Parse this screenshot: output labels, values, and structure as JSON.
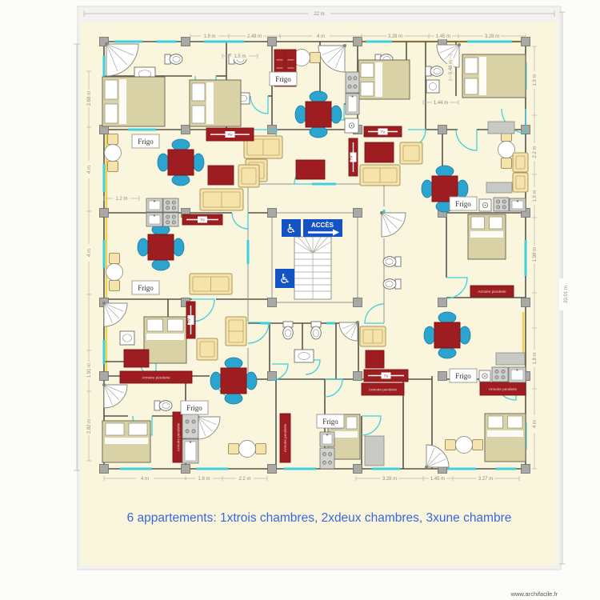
{
  "page": {
    "caption": "6 appartements: 1xtrois chambres, 2xdeux chambres, 3xune chambre",
    "watermark": "www.archifacile.fr"
  },
  "labels": {
    "frigo": "Frigo",
    "tv": "TV",
    "acces": "ACCÈS",
    "armoire": "Armoire penderie",
    "wheelchair": "♿"
  },
  "dimensions": {
    "overall_width": "22 m",
    "overall_height": "20.01 m",
    "top": [
      "1.9 m",
      "2.49 m",
      "4 m",
      "3.28 m",
      "1.45 m",
      "3.28 m"
    ],
    "bottom": [
      "4 m",
      "1.8 m",
      "2.2 m",
      "3.28 m",
      "1.45 m",
      "3.27 m"
    ],
    "left": [
      "2.68 m",
      "4 m",
      "4 m",
      "1.91 m",
      "2.82 m"
    ],
    "right": [
      "1.9 m",
      "2.2 m",
      "1.9 m",
      "1.98 m",
      "1.8 m",
      "4 m"
    ],
    "inner": [
      "1.5 m",
      "1.44 m",
      "0.48 m",
      "1.2 m"
    ]
  },
  "colors": {
    "paper": "#faf6dd",
    "sheet": "#f3f2ee",
    "wall": "#55544b",
    "window_cyan": "#3ed0dc",
    "accent_yellow": "#f0d24c",
    "furniture_red": "#9e1d20",
    "chair_blue": "#2ba5cf",
    "bed_beige": "#d9d2a6",
    "sofa_beige": "#f6e3ab",
    "sign_blue": "#1453c4",
    "caption_blue": "#3a66d8",
    "post_gray": "#a8a8a4",
    "kitchen_gray": "#d2d2d0"
  }
}
